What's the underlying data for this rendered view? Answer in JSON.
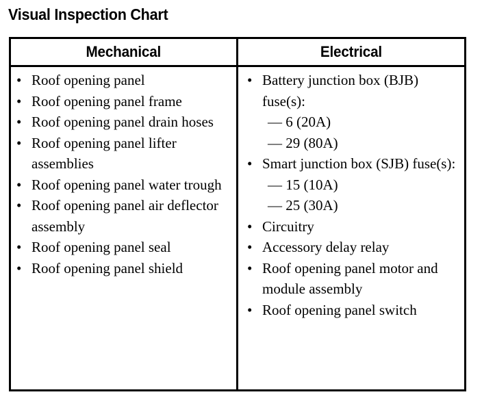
{
  "page": {
    "title": "Visual Inspection Chart",
    "bullet_glyph": "•",
    "dash_glyph": "—"
  },
  "table": {
    "columns": [
      {
        "header": "Mechanical",
        "items": [
          {
            "text": "Roof opening panel"
          },
          {
            "text": "Roof opening panel frame"
          },
          {
            "text": "Roof opening panel drain hoses"
          },
          {
            "text": "Roof opening panel lifter assemblies"
          },
          {
            "text": "Roof opening panel water trough"
          },
          {
            "text": "Roof opening panel air deflector assembly"
          },
          {
            "text": "Roof opening panel seal"
          },
          {
            "text": "Roof opening panel shield"
          }
        ]
      },
      {
        "header": "Electrical",
        "items": [
          {
            "text": "Battery junction box (BJB) fuse(s):",
            "subitems": [
              "6 (20A)",
              "29 (80A)"
            ]
          },
          {
            "text": "Smart junction box (SJB) fuse(s):",
            "subitems": [
              "15 (10A)",
              "25 (30A)"
            ]
          },
          {
            "text": "Circuitry"
          },
          {
            "text": "Accessory delay relay"
          },
          {
            "text": "Roof opening panel motor and module assembly"
          },
          {
            "text": "Roof opening panel switch"
          }
        ]
      }
    ]
  }
}
